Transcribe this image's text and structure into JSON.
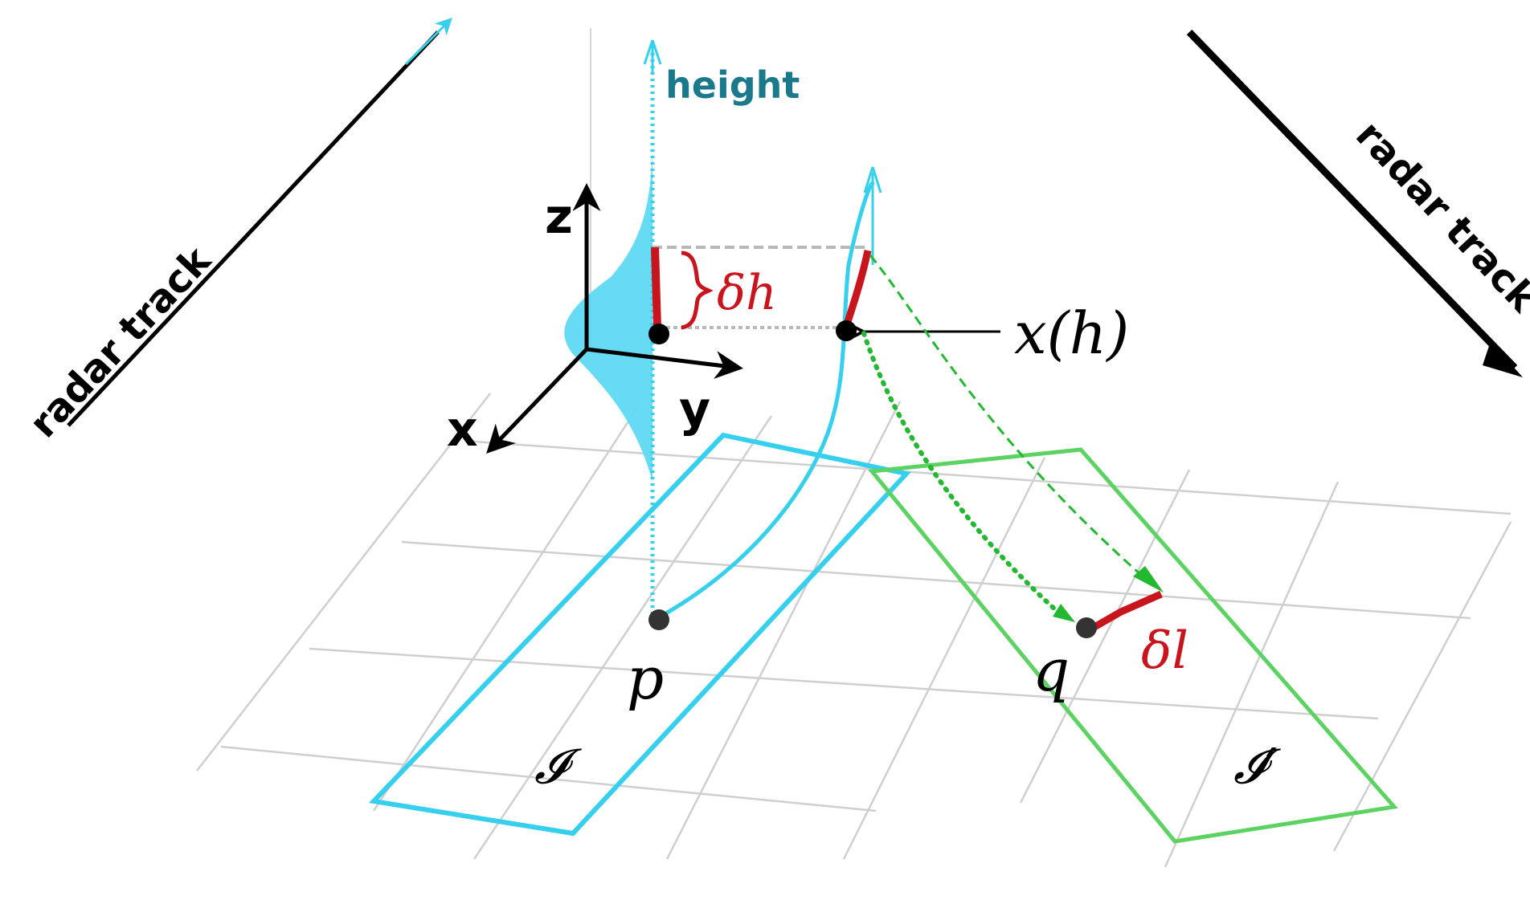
{
  "labels": {
    "radar_track_left": "radar track",
    "radar_track_right": "radar track",
    "height": "height",
    "axis_z": "z",
    "axis_x": "x",
    "axis_y": "y",
    "delta_h": "δh",
    "x_of_h": "x(h)",
    "point_p": "p",
    "point_q": "q",
    "delta_l": "δl",
    "image_I": "𝓘",
    "image_I_prime": "𝓘′"
  },
  "colors": {
    "cyan": "#36d0ee",
    "cyan_fill": "#5fd9f2",
    "green": "#5cd262",
    "green_dark": "#22b830",
    "red": "#c8141c",
    "grid": "#cfcfcf",
    "black": "#000000",
    "height_text": "#1a7a8c",
    "dashed_gray": "#b8b8b8"
  }
}
